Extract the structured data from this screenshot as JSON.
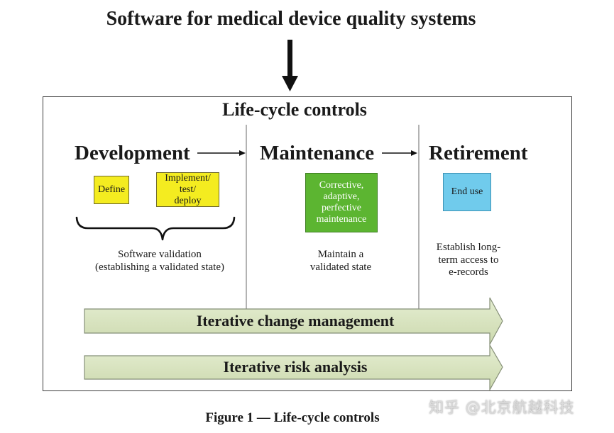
{
  "title": "Software for medical device quality systems",
  "panel": {
    "title": "Life-cycle controls",
    "phases": {
      "development": {
        "name": "Development",
        "boxes": [
          {
            "lines": [
              "Define"
            ],
            "fill": "#f4ec20",
            "border": "#6f6a2c",
            "text_color": "#1a1a1a"
          },
          {
            "lines": [
              "Implement/",
              "test/",
              "deploy"
            ],
            "fill": "#f4ec20",
            "border": "#6f6a2c",
            "text_color": "#1a1a1a"
          }
        ],
        "note": [
          "Software validation",
          "(establishing a validated state)"
        ]
      },
      "maintenance": {
        "name": "Maintenance",
        "boxes": [
          {
            "lines": [
              "Corrective,",
              "adaptive,",
              "perfective",
              "maintenance"
            ],
            "fill": "#5cb531",
            "border": "#3f7f22",
            "text_color": "#ffffff"
          }
        ],
        "note": [
          "Maintain a",
          "validated state"
        ]
      },
      "retirement": {
        "name": "Retirement",
        "boxes": [
          {
            "lines": [
              "End use"
            ],
            "fill": "#70cbec",
            "border": "#3e93b5",
            "text_color": "#1a1a1a"
          }
        ],
        "note": [
          "Establish long-",
          "term access to",
          "e-records"
        ]
      }
    },
    "bands": [
      {
        "label": "Iterative change management"
      },
      {
        "label": "Iterative risk analysis"
      }
    ]
  },
  "caption": "Figure 1 — Life-cycle controls",
  "watermark": "知乎 @北京航越科技",
  "colors": {
    "band_fill_top": "#e5eed2",
    "band_fill_bottom": "#ccd9ae",
    "band_stroke": "#858f77",
    "divider": "#9a9a9a",
    "arrow": "#111111"
  }
}
